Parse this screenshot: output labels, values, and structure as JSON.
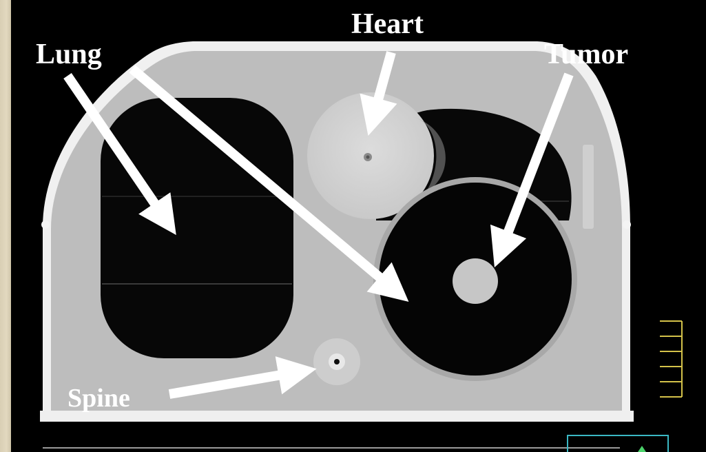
{
  "labels": {
    "lung": "Lung",
    "heart": "Heart",
    "tumor": "Tumor",
    "spine": "Spine"
  },
  "colors": {
    "background": "#000000",
    "phantom_body": "#bfbfbf",
    "shell": "#f2f2f2",
    "lung": "#060606",
    "heart": "#d4d4d4",
    "tumor": "#c8c8c8",
    "annotation": "#ffffff",
    "scale_bar": "#d9c43a",
    "inset_box": "#33b8c4"
  }
}
